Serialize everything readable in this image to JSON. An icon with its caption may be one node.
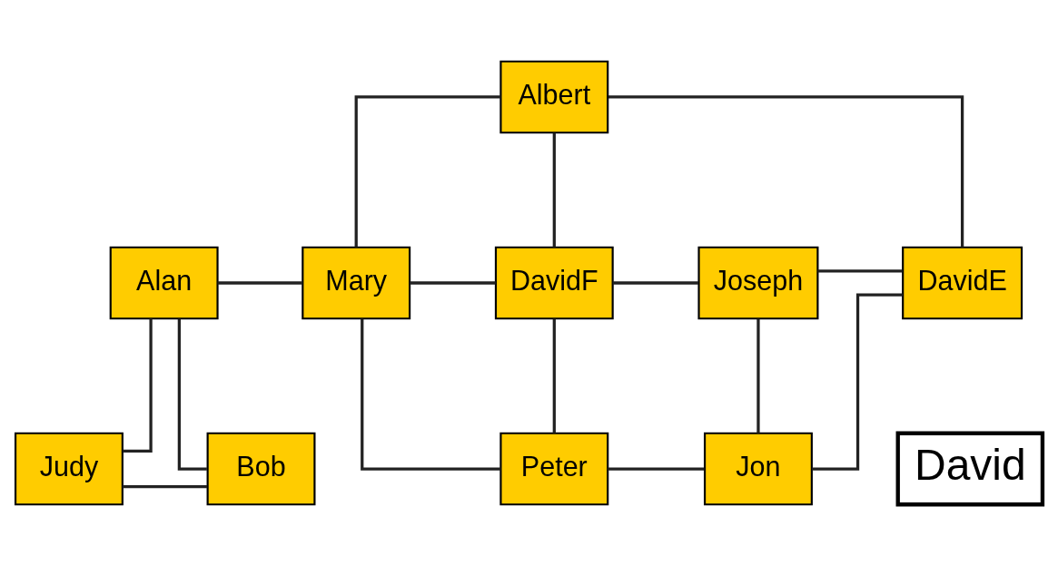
{
  "diagram": {
    "nodes": [
      {
        "text": [
          "Albert"
        ]
      },
      {
        "text": [
          "Alan"
        ]
      },
      {
        "text": [
          "Mary"
        ]
      },
      {
        "text": [
          "DavidF"
        ]
      },
      {
        "text": [
          "Joseph"
        ]
      },
      {
        "text": [
          "DavidE"
        ]
      },
      {
        "text": [
          "Peter"
        ]
      },
      {
        "text": [
          "Jon"
        ]
      },
      {
        "text": [
          "Judy"
        ]
      },
      {
        "text": [
          "Bob"
        ]
      },
      {
        "text": [
          "David"
        ]
      }
    ],
    "edges": [
      {
        "from": 0,
        "to": 2,
        "arrow": "none"
      },
      {
        "from": 0,
        "to": 3,
        "arrow": "none"
      },
      {
        "from": 0,
        "to": 5,
        "arrow": "none"
      },
      {
        "from": 1,
        "to": 2,
        "arrow": "none"
      },
      {
        "from": 1,
        "to": 8,
        "arrow": "none"
      },
      {
        "from": 1,
        "to": 9,
        "arrow": "none"
      },
      {
        "from": 2,
        "to": 3,
        "arrow": "none"
      },
      {
        "from": 3,
        "to": 4,
        "arrow": "none"
      },
      {
        "from": 4,
        "to": 5,
        "arrow": "none"
      },
      {
        "from": 2,
        "to": 6,
        "arrow": "none"
      },
      {
        "from": 3,
        "to": 6,
        "arrow": "none"
      },
      {
        "from": 6,
        "to": 7,
        "arrow": "none"
      },
      {
        "from": 4,
        "to": 7,
        "arrow": "none"
      },
      {
        "from": 7,
        "to": 5,
        "arrow": "none"
      },
      {
        "from": 8,
        "to": 9,
        "arrow": "none"
      }
    ]
  }
}
